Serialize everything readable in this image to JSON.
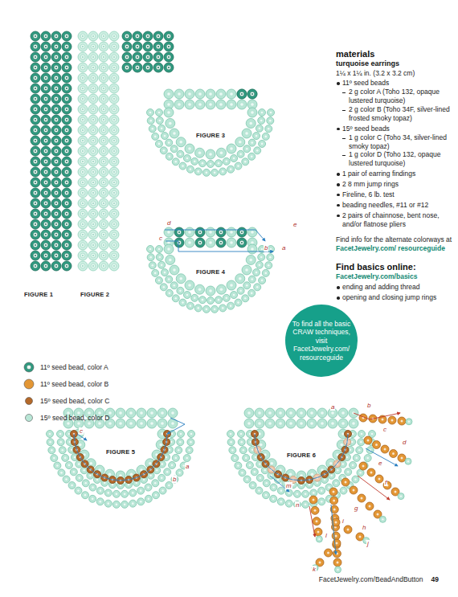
{
  "diagram": {
    "nodes": [
      {
        "text": [
          "To find all the basic CRAW techniques, visit FacetJewelry.com/ resourceguide"
        ]
      }
    ],
    "labels": [
      "FIGURE 1",
      "FIGURE 2",
      "FIGURE 3",
      "FIGURE 4",
      "FIGURE 5",
      "FIGURE 6",
      "materials",
      "turquoise earrings",
      "1¼ x 1¼ in. (3.2 x 3.2 cm)",
      "11º seed beads",
      "2 g color A (Toho 132, opaque lustered turquoise)",
      "2 g color B (Toho 34F, silver-lined frosted smoky topaz)",
      "15º seed beads",
      "1 g color C (Toho 34, silver-lined smoky topaz)",
      "1 g color D (Toho 132, opaque lustered turquoise)",
      "1 pair of earring findings",
      "2 8 mm jump rings",
      "Fireline, 6 lb. test",
      "beading needles, #11 or #12",
      "2 pairs of chainnose, bent nose, and/or flatnose pliers",
      "Find info for the alternate colorways at",
      "FacetJewelry.com/ resourceguide",
      "Find basics online:",
      "FacetJewelry.com/basics",
      "ending and adding thread",
      "opening and closing jump rings",
      "FacetJewelry.com/BeadAndButton",
      "49",
      "d",
      "e",
      "c",
      "b",
      "a",
      "c",
      "a",
      "b",
      "a",
      "b",
      "c",
      "d",
      "e",
      "f",
      "g",
      "h",
      "i",
      "j",
      "k",
      "l",
      "m",
      "n"
    ],
    "legend": [
      {
        "text": "11º seed bead, color A",
        "color": "#2f9a80"
      },
      {
        "text": "11º seed bead, color B",
        "color": "#e39634"
      },
      {
        "text": "15º seed bead, color C",
        "color": "#b4692a"
      },
      {
        "text": "15º seed bead, color D",
        "color": "#b9e6d6"
      }
    ]
  }
}
